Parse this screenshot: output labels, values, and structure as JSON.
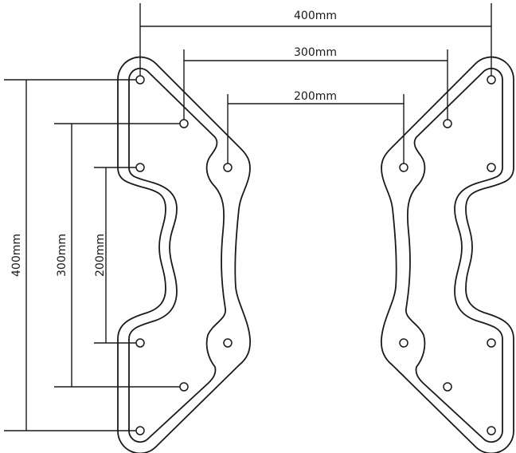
{
  "dimensions": {
    "horizontal": [
      {
        "label": "400mm"
      },
      {
        "label": "300mm"
      },
      {
        "label": "200mm"
      }
    ],
    "vertical": [
      {
        "label": "400mm"
      },
      {
        "label": "300mm"
      },
      {
        "label": "200mm"
      }
    ]
  },
  "colors": {
    "line": "#1a1a1a",
    "background": "#ffffff"
  }
}
